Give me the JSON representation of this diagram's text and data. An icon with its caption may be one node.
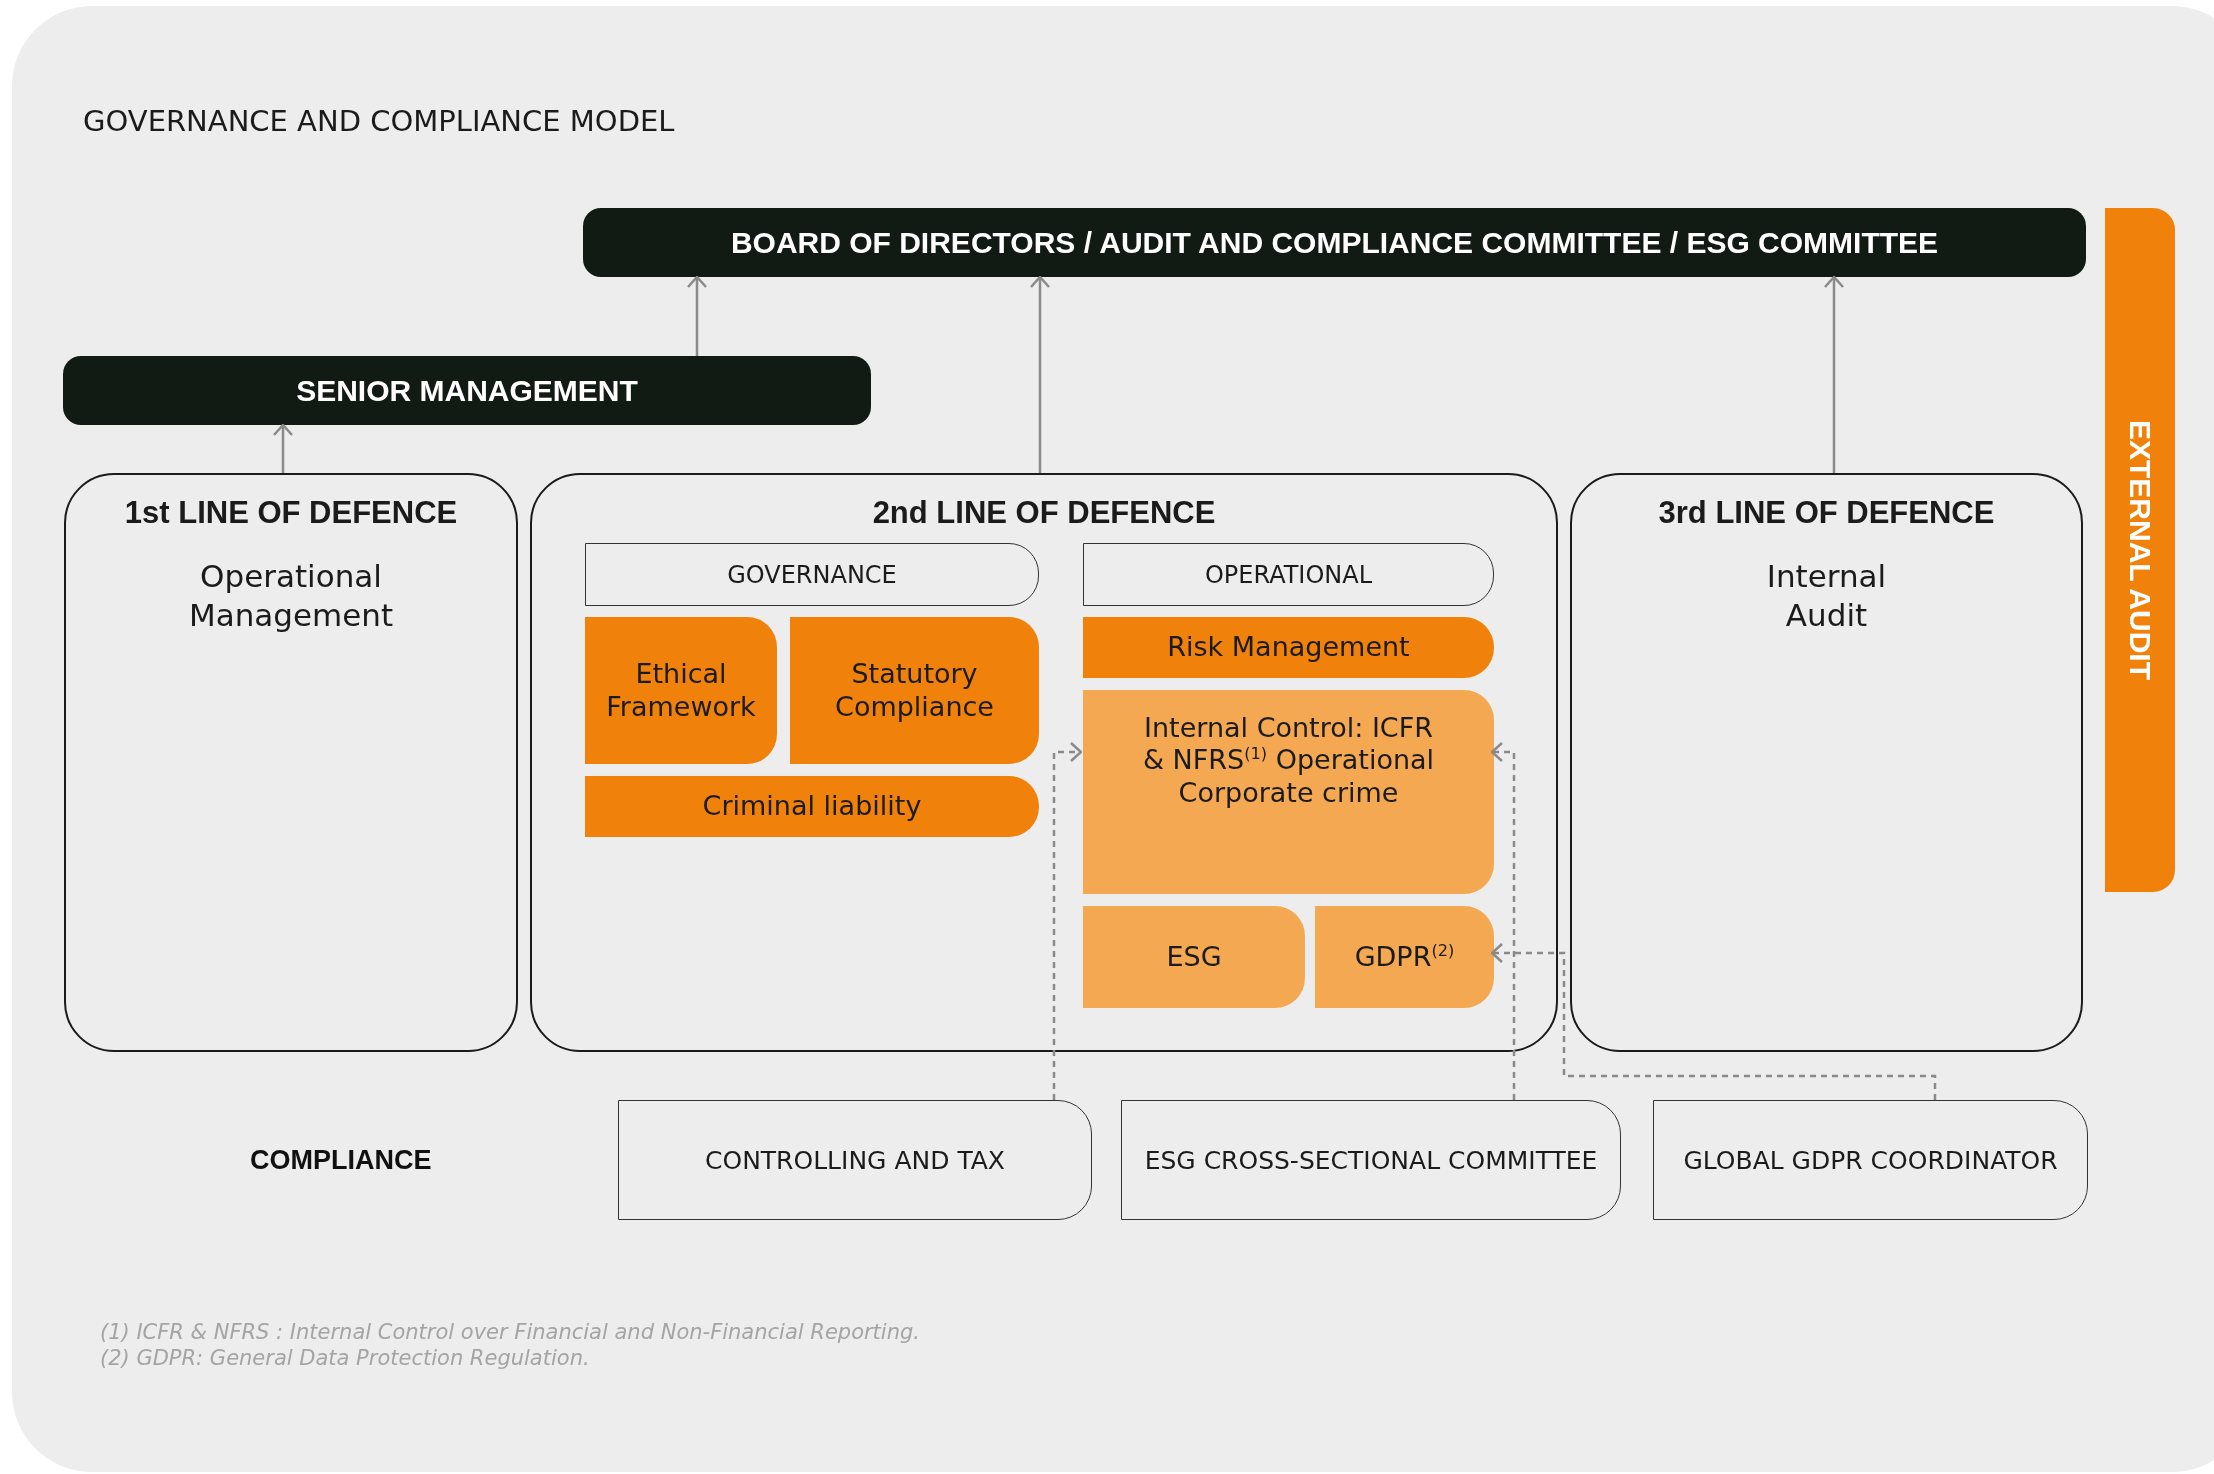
{
  "diagram": {
    "title": "GOVERNANCE AND COMPLIANCE MODEL",
    "nodes": [
      {
        "text": [
          "BOARD OF DIRECTORS / AUDIT AND COMPLIANCE COMMITTEE / ESG COMMITTEE"
        ]
      },
      {
        "text": [
          "EXTERNAL AUDIT"
        ]
      },
      {
        "text": [
          "SENIOR MANAGEMENT"
        ]
      },
      {
        "text": [
          "1st LINE OF DEFENCE",
          "Operational Management"
        ]
      },
      {
        "text": [
          "2nd LINE OF DEFENCE"
        ]
      },
      {
        "text": [
          "GOVERNANCE"
        ],
        "in": 4
      },
      {
        "text": [
          "Ethical Framework"
        ],
        "in": 4
      },
      {
        "text": [
          "Statutory Compliance"
        ],
        "in": 4
      },
      {
        "text": [
          "Criminal liability"
        ],
        "in": 4
      },
      {
        "text": [
          "OPERATIONAL"
        ],
        "in": 4
      },
      {
        "text": [
          "Risk Management"
        ],
        "in": 4
      },
      {
        "text": [
          "Internal Control: ICFR & NFRS$^{(1)}$ Operational Corporate crime"
        ],
        "in": 4
      },
      {
        "text": [
          "ESG"
        ],
        "in": 4
      },
      {
        "text": [
          "GDPR$^{(2)}$"
        ],
        "in": 4
      },
      {
        "text": [
          "3rd LINE OF DEFENCE",
          "Internal Audit"
        ]
      },
      {
        "text": [
          "CONTROLLING AND TAX"
        ]
      },
      {
        "text": [
          "ESG CROSS-SECTIONAL COMMITTEE"
        ]
      },
      {
        "text": [
          "GLOBAL GDPR COORDINATOR"
        ]
      }
    ],
    "edges": [
      {
        "from": 2,
        "to": 0,
        "arrow": "to"
      },
      {
        "from": 3,
        "to": 2,
        "arrow": "to"
      },
      {
        "from": 4,
        "to": 0,
        "arrow": "to"
      },
      {
        "from": 14,
        "to": 0,
        "arrow": "to"
      },
      {
        "from": 15,
        "to": 11,
        "arrow": "to",
        "style": "dashed"
      },
      {
        "from": 16,
        "to": 11,
        "arrow": "to",
        "style": "dashed"
      },
      {
        "from": 17,
        "to": 13,
        "arrow": "to",
        "style": "dashed"
      }
    ],
    "labels": [
      "COMPLIANCE",
      "(1) ICFR & NFRS : Internal Control over Financial and Non-Financial Reporting.",
      "(2) GDPR: General Data Protection Regulation."
    ]
  }
}
